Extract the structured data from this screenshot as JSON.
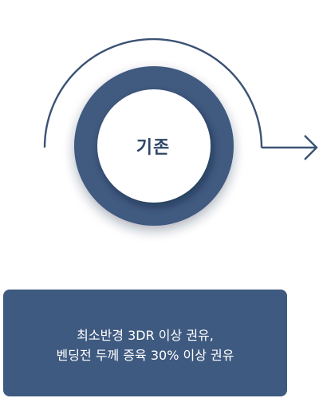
{
  "diagram": {
    "center_label": "기존",
    "colors": {
      "outer_ring": "#3f5a80",
      "inner_circle": "#ffffff",
      "arc_line": "#3b5274",
      "label_text": "#2e4669"
    }
  },
  "info_box": {
    "line1": "최소반경 3DR 이상 권유,",
    "line2": "벤딩전 두께 증육 30% 이상 권유",
    "background": "#3f5a80"
  }
}
